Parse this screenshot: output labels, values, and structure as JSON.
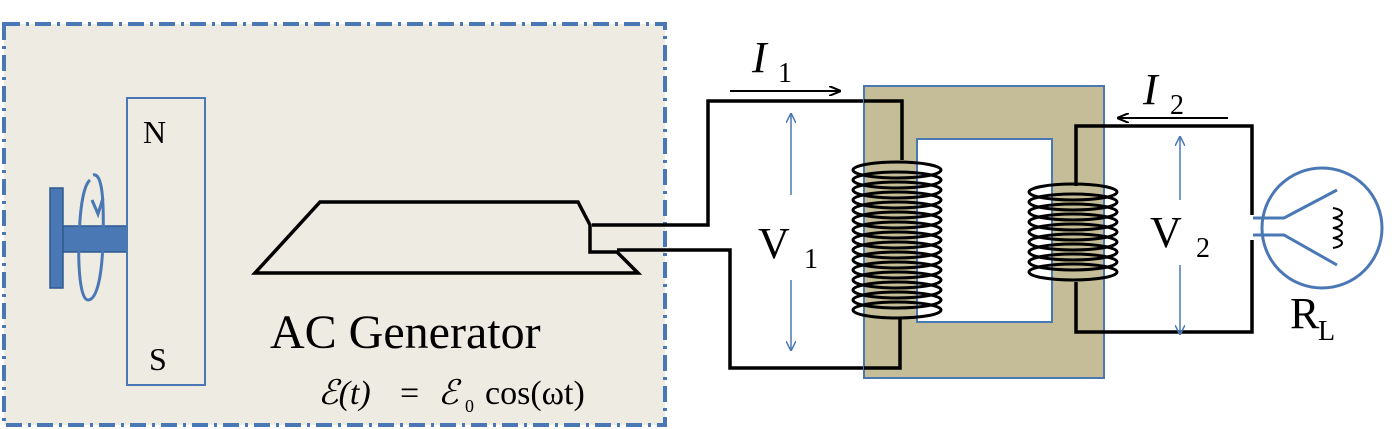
{
  "magnet": {
    "north": "N",
    "south": "S"
  },
  "generator": {
    "title": "AC Generator",
    "equation": {
      "lhs": "ℰ(t)",
      "eq": "=",
      "rhs_sym": "ℰ",
      "rhs_sub": "0",
      "rhs_func": "cos(ωt)"
    }
  },
  "currents": {
    "primary": {
      "symbol": "I",
      "sub": "1"
    },
    "secondary": {
      "symbol": "I",
      "sub": "2"
    }
  },
  "voltages": {
    "primary": {
      "symbol": "V",
      "sub": "1"
    },
    "secondary": {
      "symbol": "V",
      "sub": "2"
    }
  },
  "load": {
    "symbol": "R",
    "sub": "L"
  },
  "colors": {
    "generator_panel": "#eeebe2",
    "panel_border": "#4a78b5",
    "core": "#c5bc98",
    "arrow_blue": "#4a78b5",
    "shaft_blue": "#4a78b5"
  }
}
